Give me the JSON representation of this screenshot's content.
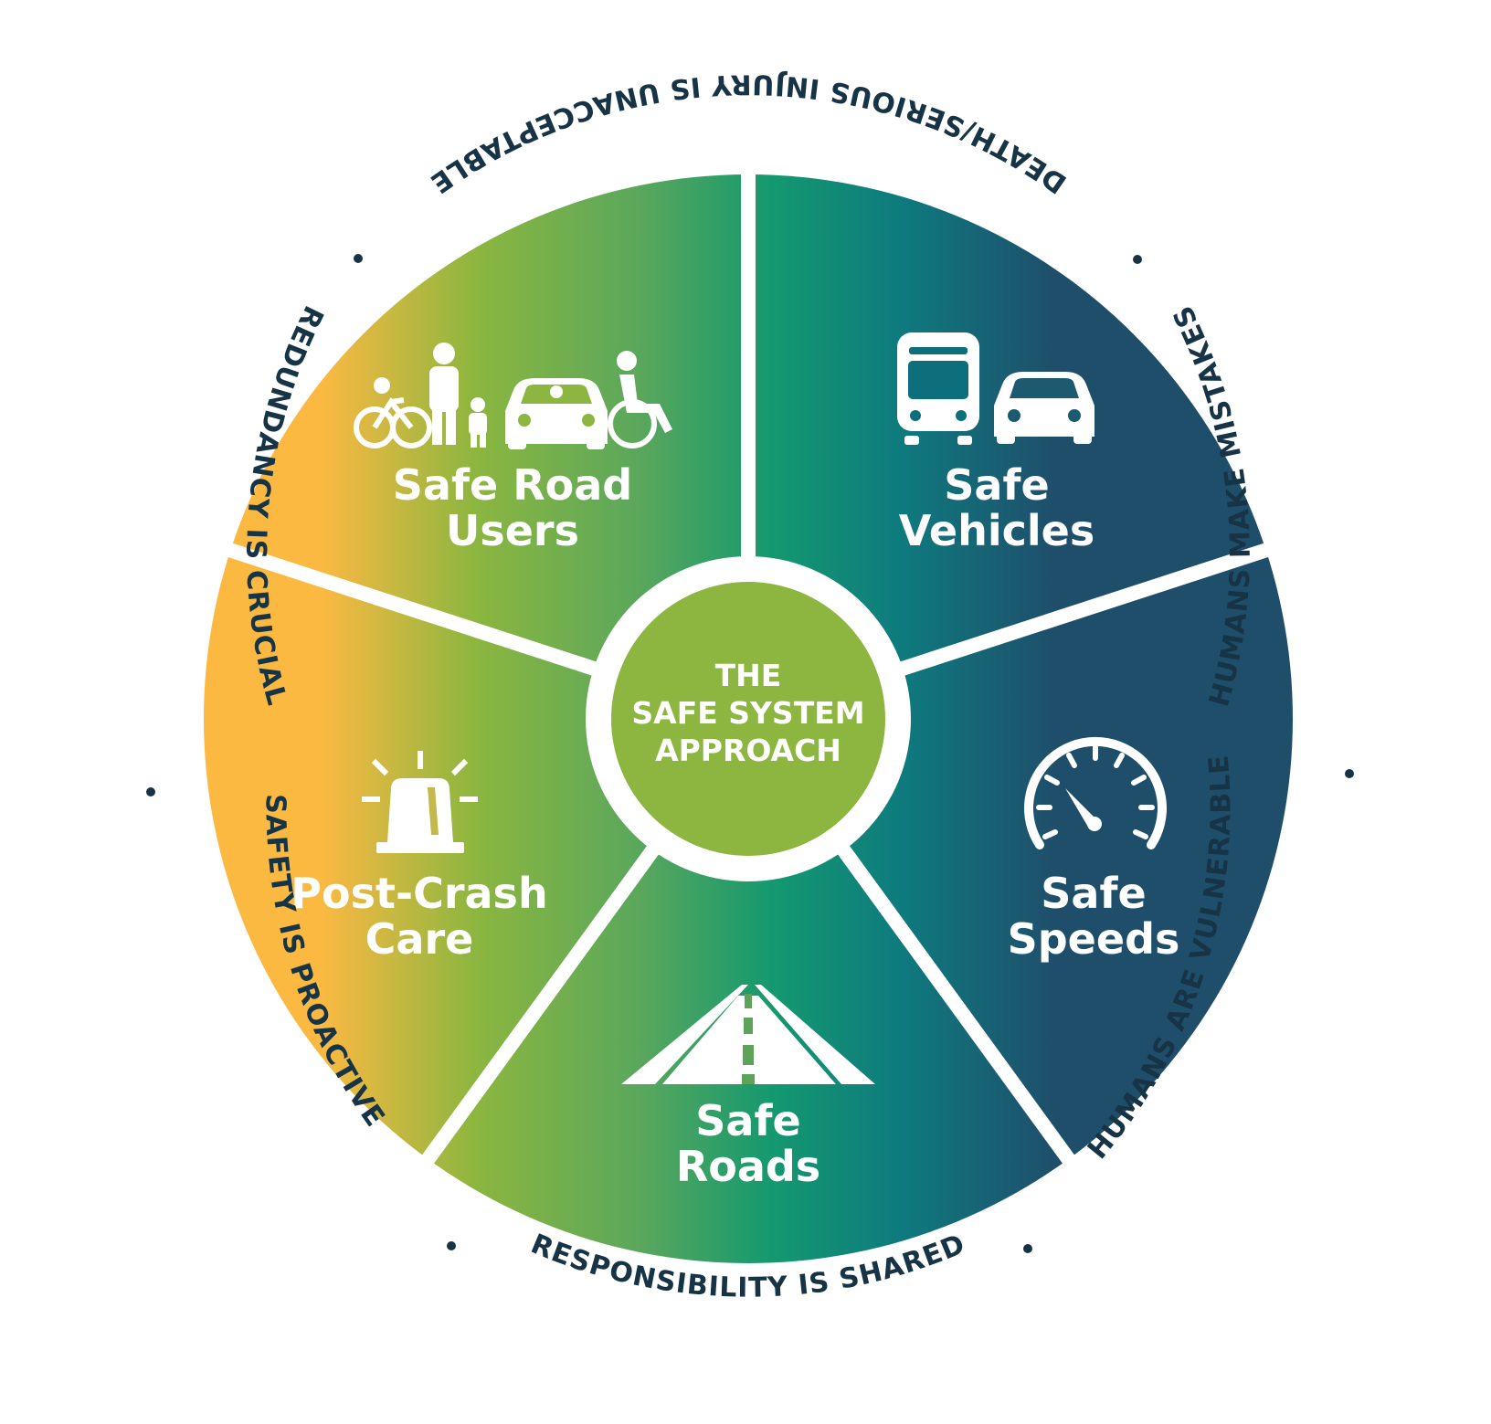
{
  "center": {
    "line1": "THE",
    "line2": "SAFE SYSTEM",
    "line3": "APPROACH",
    "color": "#8cb63f"
  },
  "segments": [
    {
      "id": "safe-road-users",
      "line1": "Safe Road",
      "line2": "Users",
      "icon": "road-users-icon"
    },
    {
      "id": "safe-vehicles",
      "line1": "Safe",
      "line2": "Vehicles",
      "icon": "bus-car-icon"
    },
    {
      "id": "safe-speeds",
      "line1": "Safe",
      "line2": "Speeds",
      "icon": "speedometer-icon"
    },
    {
      "id": "safe-roads",
      "line1": "Safe",
      "line2": "Roads",
      "icon": "road-icon"
    },
    {
      "id": "post-crash-care",
      "line1": "Post-Crash",
      "line2": "Care",
      "icon": "siren-light-icon"
    }
  ],
  "principles": {
    "top": "DEATH/SERIOUS INJURY IS UNACCEPTABLE",
    "right_top": "HUMANS MAKE MISTAKES",
    "right_bottom": "HUMANS ARE VULNERABLE",
    "bottom": "RESPONSIBILITY IS SHARED",
    "left_bottom": "SAFETY IS PROACTIVE",
    "left_top": "REDUNDANCY IS CRUCIAL"
  },
  "colors": {
    "yellow": "#fbb942",
    "green": "#8cb63f",
    "teal": "#14996f",
    "dark_teal": "#0e7a7e",
    "navy": "#1f4e6b",
    "text_dark": "#173447"
  }
}
